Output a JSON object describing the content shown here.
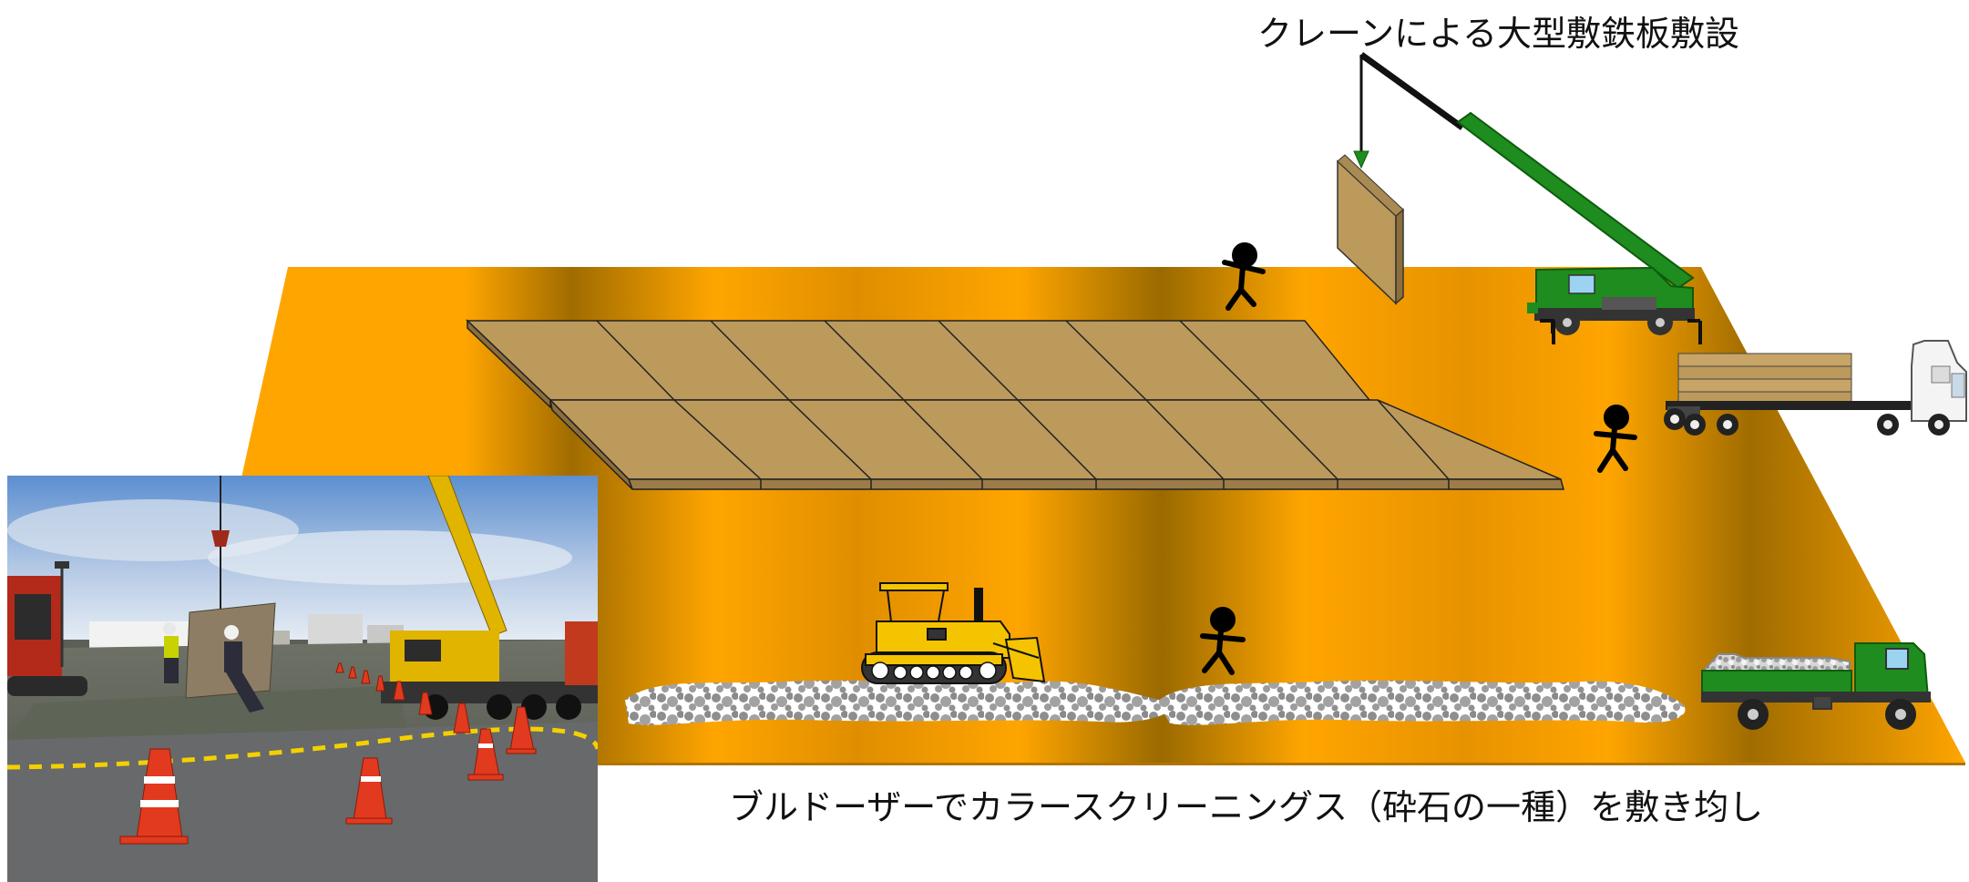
{
  "captions": {
    "crane": "クレーンによる大型敷鉄板敷設",
    "bulldozer": "ブルドーザーでカラースクリーニングス（砕石の一種）を敷き均し"
  },
  "photo": {
    "subject": "site photo: crane lifting steel plate, workers, traffic cones"
  },
  "colors": {
    "ground_dark": "#9A6A00",
    "ground_light": "#FFA500",
    "plate": "#BC9A5C",
    "crane_green": "#1E8C1E",
    "dozer_yellow": "#F4C400",
    "gravel": "#9A9A9A",
    "cone": "#E23A1E"
  },
  "icons": [
    "crane-icon",
    "steel-plate-icon",
    "trailer-truck-icon",
    "bulldozer-icon",
    "dump-truck-icon",
    "worker-icon"
  ]
}
